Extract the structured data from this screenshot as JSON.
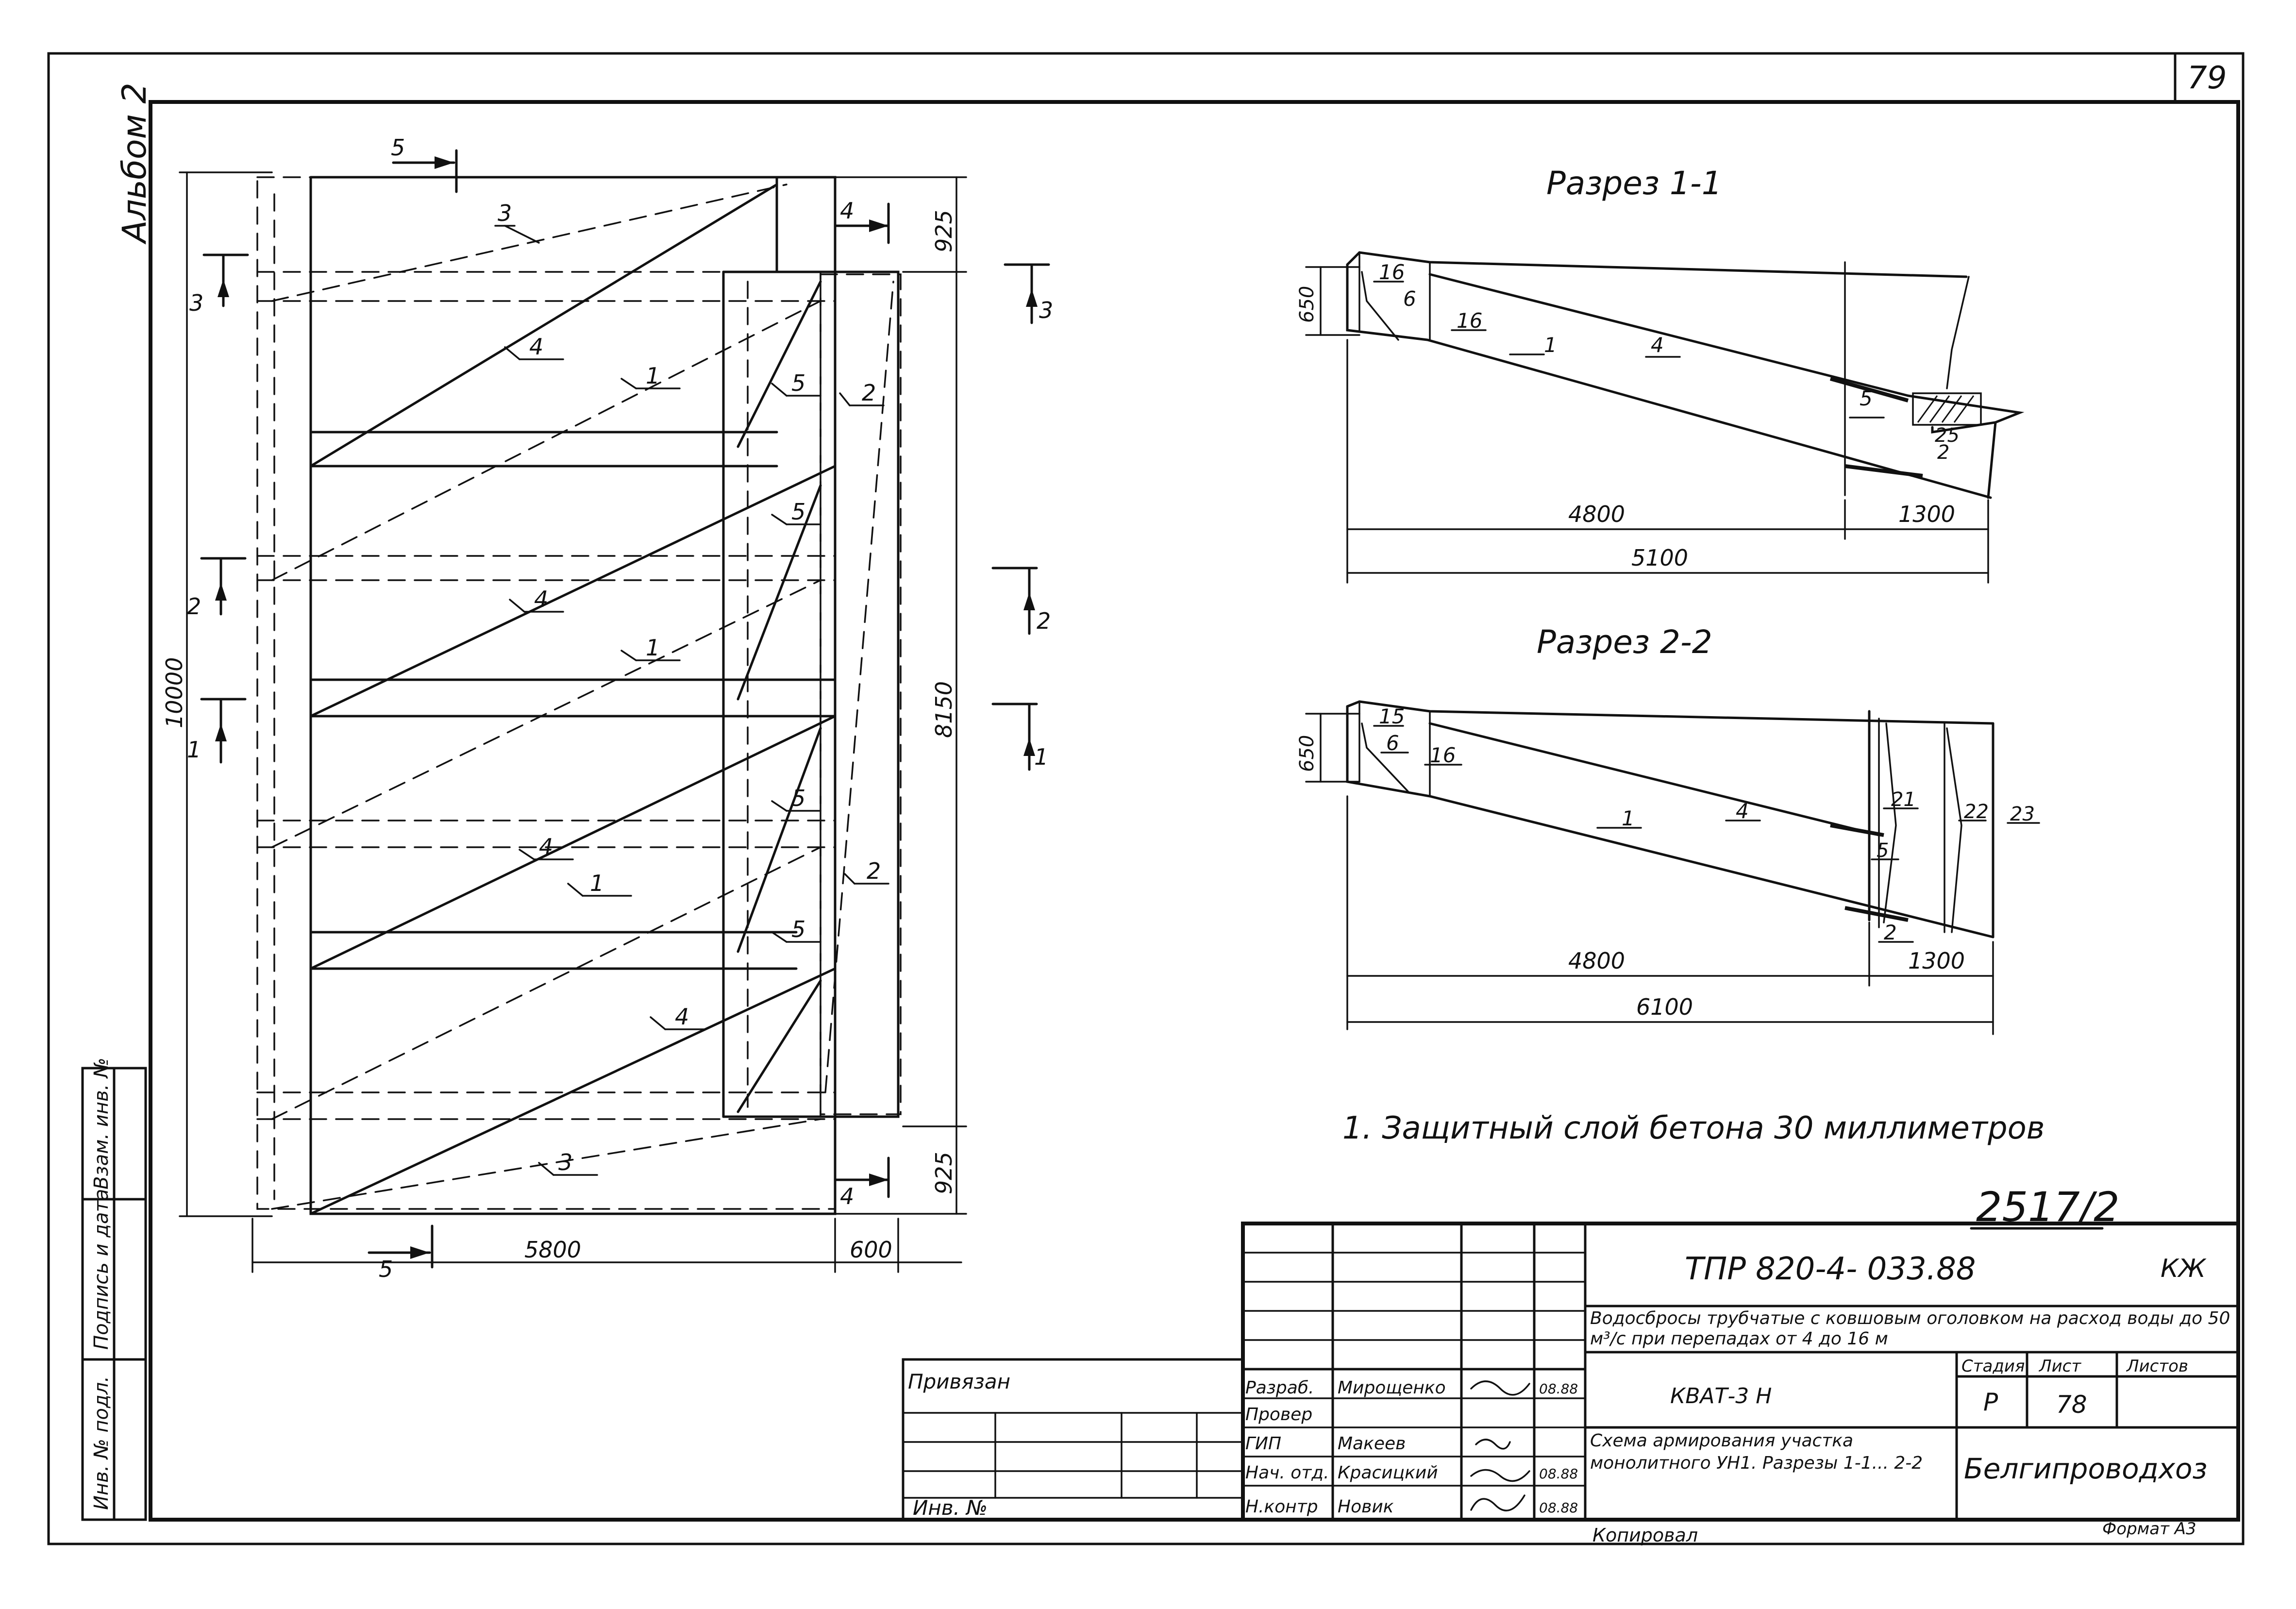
{
  "sheet": {
    "page_number": "79",
    "album_label": "Альбом 2",
    "inventory_number": "2517/2",
    "copied_label": "Копировал",
    "format_label": "Формат А3"
  },
  "plan": {
    "dims": {
      "total_height": "10000",
      "inner_height": "8150",
      "top_offset": "925",
      "bottom_offset": "925",
      "width_main": "5800",
      "width_side": "600"
    },
    "section_marks": [
      "1",
      "2",
      "3",
      "4",
      "5"
    ],
    "rebar_labels": [
      "1",
      "2",
      "3",
      "4",
      "5"
    ]
  },
  "section_1": {
    "title": "Разрез 1-1",
    "dims": {
      "height": "650",
      "len_a": "4800",
      "len_b": "1300",
      "total": "5100"
    },
    "labels": [
      "16",
      "6",
      "16",
      "1",
      "4",
      "5",
      "25",
      "2"
    ]
  },
  "section_2": {
    "title": "Разрез 2-2",
    "dims": {
      "height": "650",
      "len_a": "4800",
      "len_b": "1300",
      "total": "6100"
    },
    "labels": [
      "15",
      "6",
      "16",
      "1",
      "4",
      "21",
      "5",
      "22",
      "23",
      "2"
    ]
  },
  "note": "1. Защитный слой бетона 30 миллиметров",
  "title_block": {
    "doc_code": "ТПР 820-4- 033.88",
    "mark": "КЖ",
    "project_name": "Водосбросы трубчатые с ковшовым оголовком на расход воды до 50 м³/с при перепадах от 4 до 16 м",
    "object": "КВАТ-3 Н",
    "sheet_name": "Схема армирования участка монолитного УН1. Разрезы 1-1... 2-2",
    "stage_label": "Стадия",
    "sheet_label": "Лист",
    "sheets_label": "Листов",
    "stage": "Р",
    "sheet_no": "78",
    "organization": "Белгипроводхоз",
    "bound_label": "Привязан",
    "inv_label": "Инв. №",
    "roles": [
      {
        "role": "Разраб.",
        "name": "Мирощенко",
        "date": "08.88"
      },
      {
        "role": "Провер",
        "name": "",
        "date": ""
      },
      {
        "role": "ГИП",
        "name": "Макеев",
        "date": ""
      },
      {
        "role": "Нач. отд.",
        "name": "Красицкий",
        "date": "08.88"
      },
      {
        "role": "Н.контр",
        "name": "Новик",
        "date": "08.88"
      }
    ],
    "side_stamp": [
      "Инв. № подл.",
      "Подпись и дата",
      "Взам. инв. №"
    ]
  }
}
